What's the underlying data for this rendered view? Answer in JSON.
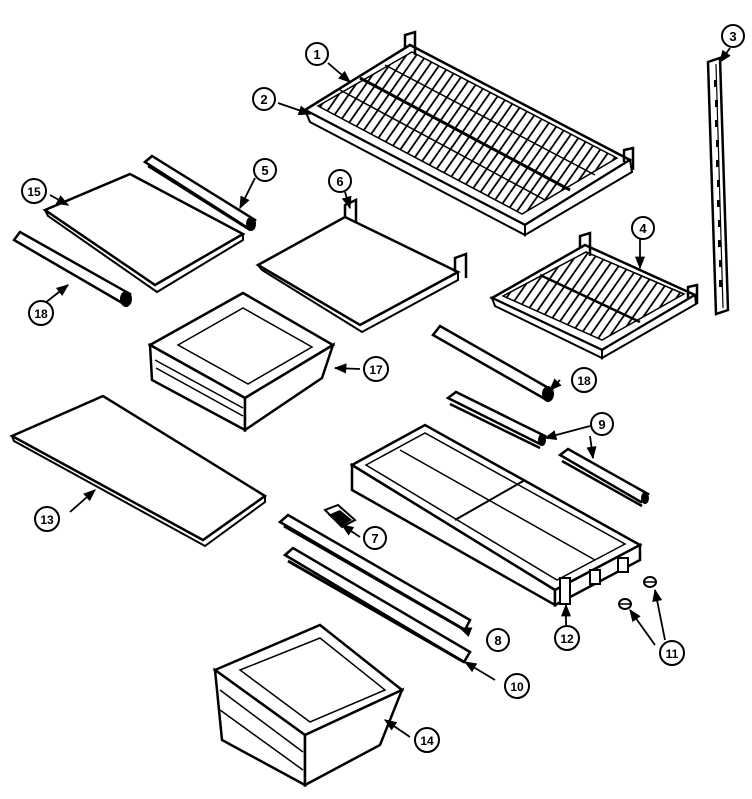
{
  "diagram": {
    "colors": {
      "line": "#000000",
      "fill": "#ffffff",
      "shade": "#d8d8d8"
    },
    "callouts": [
      {
        "id": "c1",
        "label": "1"
      },
      {
        "id": "c2",
        "label": "2"
      },
      {
        "id": "c3",
        "label": "3"
      },
      {
        "id": "c4",
        "label": "4"
      },
      {
        "id": "c5",
        "label": "5"
      },
      {
        "id": "c6",
        "label": "6"
      },
      {
        "id": "c7",
        "label": "7"
      },
      {
        "id": "c8",
        "label": "8"
      },
      {
        "id": "c9",
        "label": "9"
      },
      {
        "id": "c10",
        "label": "10"
      },
      {
        "id": "c11",
        "label": "11"
      },
      {
        "id": "c12",
        "label": "12"
      },
      {
        "id": "c13",
        "label": "13"
      },
      {
        "id": "c14",
        "label": "14"
      },
      {
        "id": "c15",
        "label": "15"
      },
      {
        "id": "c17",
        "label": "17"
      },
      {
        "id": "c18a",
        "label": "18"
      },
      {
        "id": "c18b",
        "label": "18"
      }
    ]
  }
}
